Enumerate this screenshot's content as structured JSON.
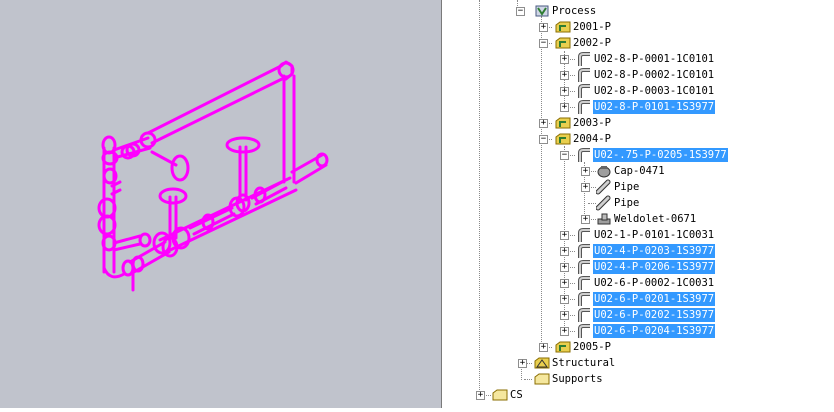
{
  "tree": {
    "items": [
      {
        "label": "Process",
        "icon": "process-icon",
        "expander": "−",
        "selected": false
      },
      {
        "label": "2001-P",
        "icon": "pipeline-icon",
        "expander": "+",
        "selected": false
      },
      {
        "label": "2002-P",
        "icon": "pipeline-icon",
        "expander": "−",
        "selected": false
      },
      {
        "label": "U02-8-P-0001-1C0101",
        "icon": "pipe-run-icon",
        "expander": "+",
        "selected": false
      },
      {
        "label": "U02-8-P-0002-1C0101",
        "icon": "pipe-run-icon",
        "expander": "+",
        "selected": false
      },
      {
        "label": "U02-8-P-0003-1C0101",
        "icon": "pipe-run-icon",
        "expander": "+",
        "selected": false
      },
      {
        "label": "U02-8-P-0101-1S3977",
        "icon": "pipe-run-icon",
        "expander": "+",
        "selected": true
      },
      {
        "label": "2003-P",
        "icon": "pipeline-icon",
        "expander": "+",
        "selected": false
      },
      {
        "label": "2004-P",
        "icon": "pipeline-icon",
        "expander": "−",
        "selected": false
      },
      {
        "label": "U02-.75-P-0205-1S3977",
        "icon": "pipe-run-icon",
        "expander": "−",
        "selected": true
      },
      {
        "label": "Cap-0471",
        "icon": "cap-icon",
        "expander": "+",
        "selected": false
      },
      {
        "label": "Pipe",
        "icon": "pipe-part-icon",
        "expander": "+",
        "selected": false
      },
      {
        "label": "Pipe",
        "icon": "pipe-part-icon",
        "expander": "",
        "selected": false
      },
      {
        "label": "Weldolet-0671",
        "icon": "weldolet-icon",
        "expander": "+",
        "selected": false
      },
      {
        "label": "U02-1-P-0101-1C0031",
        "icon": "pipe-run-icon",
        "expander": "+",
        "selected": false
      },
      {
        "label": "U02-4-P-0203-1S3977",
        "icon": "pipe-run-icon",
        "expander": "+",
        "selected": true
      },
      {
        "label": "U02-4-P-0206-1S3977",
        "icon": "pipe-run-icon",
        "expander": "+",
        "selected": true
      },
      {
        "label": "U02-6-P-0002-1C0031",
        "icon": "pipe-run-icon",
        "expander": "+",
        "selected": false
      },
      {
        "label": "U02-6-P-0201-1S3977",
        "icon": "pipe-run-icon",
        "expander": "+",
        "selected": true
      },
      {
        "label": "U02-6-P-0202-1S3977",
        "icon": "pipe-run-icon",
        "expander": "+",
        "selected": true
      },
      {
        "label": "U02-6-P-0204-1S3977",
        "icon": "pipe-run-icon",
        "expander": "+",
        "selected": true
      },
      {
        "label": "2005-P",
        "icon": "pipeline-icon",
        "expander": "+",
        "selected": false
      },
      {
        "label": "Structural",
        "icon": "structural-icon",
        "expander": "+",
        "selected": false
      },
      {
        "label": "Supports",
        "icon": "supports-icon",
        "expander": "",
        "selected": false
      },
      {
        "label": "CS",
        "icon": "cs-icon",
        "expander": "+",
        "selected": false
      }
    ]
  },
  "colors": {
    "viewport_bg": "#c0c3cc",
    "model_highlight": "#ff00ff",
    "selection": "#3399ff",
    "folder_yellow": "#e9cf4e",
    "pipe_green": "#2e7d32"
  }
}
